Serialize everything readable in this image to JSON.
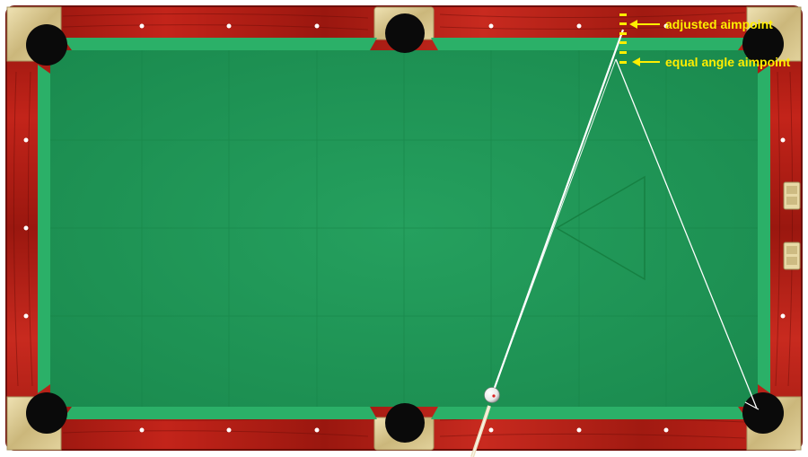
{
  "scene": "billiards-aiming-diagram",
  "annotations": {
    "adjusted_label": "adjusted aimpoint",
    "equal_label": "equal angle aimpoint"
  },
  "colors": {
    "cloth": "#1f9a57",
    "cloth_dark": "#17804a",
    "cushion": "#27a862",
    "rail_wood": "#b01a12",
    "rail_wood_dark": "#7a0d08",
    "corner_metal": "#d6c58e",
    "pocket": "#0a0a0a",
    "diamond": "#ffffff",
    "aim_line": "#ffffff",
    "annotation": "#ffff00",
    "cue_stick": "#f3e9cf"
  },
  "objects": {
    "cue_ball": "cue-ball",
    "cue_stick": "cue-stick",
    "rack_triangle": "rack-triangle-outline",
    "aimpoint_markers": "aimpoint-marker-dashes",
    "scoreboard": "score-counter"
  }
}
